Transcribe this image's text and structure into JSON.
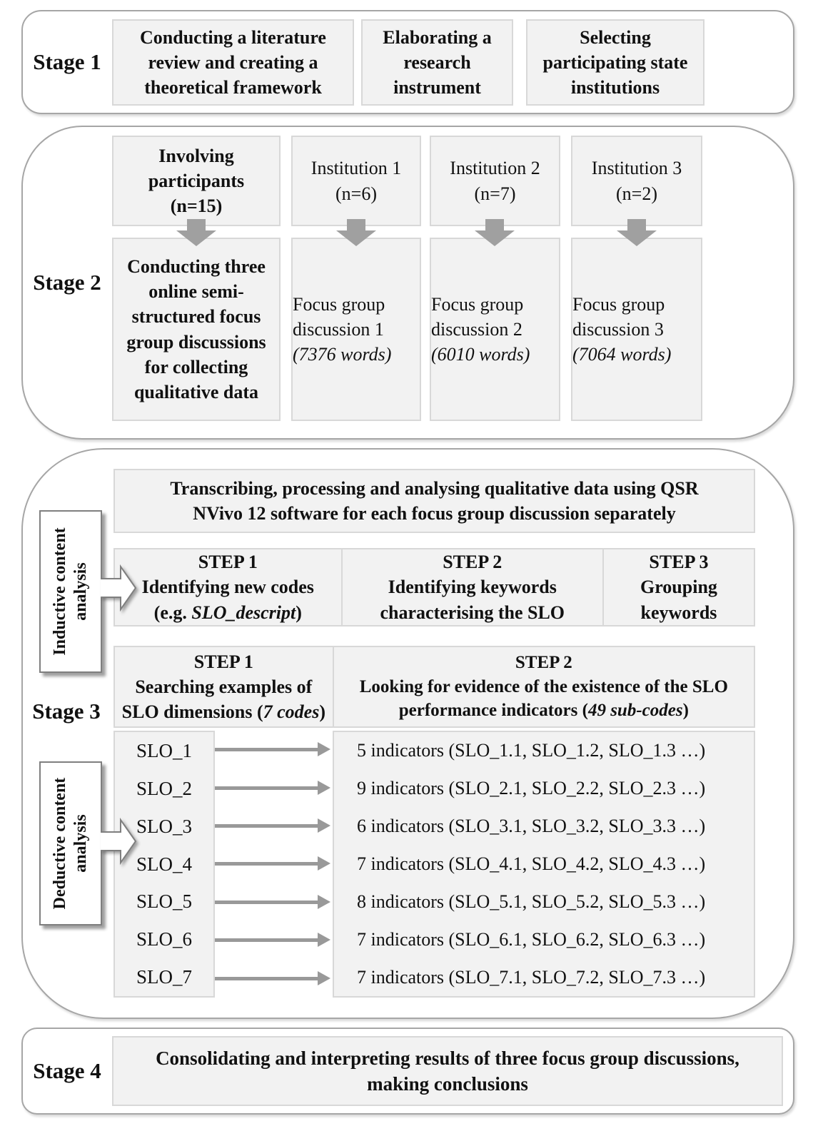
{
  "stage1": {
    "label": "Stage 1",
    "boxes": [
      "Conducting a literature review and creating a theoretical framework",
      "Elaborating a research instrument",
      "Selecting participating state institutions"
    ]
  },
  "stage2": {
    "label": "Stage 2",
    "participants": {
      "title": "Involving participants",
      "sub": "(n=15)"
    },
    "institutions": [
      {
        "name": "Institution 1",
        "sub": "(n=6)"
      },
      {
        "name": "Institution 2",
        "sub": "(n=7)"
      },
      {
        "name": "Institution 3",
        "sub": "(n=2)"
      }
    ],
    "conducting": "Conducting three online semi-structured focus group discussions for collecting qualitative data",
    "discussions": [
      {
        "name": "Focus group discussion 1",
        "words": "(7376 words)"
      },
      {
        "name": "Focus group discussion 2",
        "words": "(6010 words)"
      },
      {
        "name": "Focus group discussion 3",
        "words": "(7064 words)"
      }
    ]
  },
  "stage3": {
    "label": "Stage 3",
    "transcribing": {
      "line1": "Transcribing, processing and analysing qualitative data using QSR",
      "line2": "NVivo 12 software for each focus group discussion separately"
    },
    "inductive_label": {
      "line1": "Inductive content",
      "line2": "analysis"
    },
    "deductive_label": {
      "line1": "Deductive content",
      "line2": "analysis"
    },
    "inductive_steps": [
      {
        "title": "STEP 1",
        "line1": "Identifying new codes",
        "line2_pre": "(e.g. ",
        "line2_italic": "SLO_descript",
        "line2_post": ")"
      },
      {
        "title": "STEP 2",
        "line1": "Identifying keywords",
        "line2": "characterising the SLO"
      },
      {
        "title": "STEP 3",
        "line1": "Grouping",
        "line2": "keywords"
      }
    ],
    "deductive_steps": [
      {
        "title": "STEP 1",
        "line1": "Searching examples of",
        "line2_pre": "SLO dimensions (",
        "line2_italic": "7 codes",
        "line2_post": ")"
      },
      {
        "title": "STEP 2",
        "line1": "Looking for evidence of the existence of the SLO",
        "line2_pre": "performance indicators (",
        "line2_italic": "49 sub-codes",
        "line2_post": ")"
      }
    ],
    "slo_rows": [
      {
        "code": "SLO_1",
        "indicators": "5 indicators (SLO_1.1, SLO_1.2, SLO_1.3 …)"
      },
      {
        "code": "SLO_2",
        "indicators": "9 indicators (SLO_2.1, SLO_2.2, SLO_2.3 …)"
      },
      {
        "code": "SLO_3",
        "indicators": "6 indicators (SLO_3.1, SLO_3.2, SLO_3.3 …)"
      },
      {
        "code": "SLO_4",
        "indicators": "7 indicators (SLO_4.1, SLO_4.2, SLO_4.3 …)"
      },
      {
        "code": "SLO_5",
        "indicators": "8 indicators (SLO_5.1, SLO_5.2, SLO_5.3 …)"
      },
      {
        "code": "SLO_6",
        "indicators": "7 indicators (SLO_6.1, SLO_6.2, SLO_6.3 …)"
      },
      {
        "code": "SLO_7",
        "indicators": "7 indicators (SLO_7.1, SLO_7.2, SLO_7.3 …)"
      }
    ]
  },
  "stage4": {
    "label": "Stage 4",
    "box": {
      "line1": "Consolidating and interpreting results of three focus group discussions,",
      "line2": "making conclusions"
    }
  },
  "colors": {
    "box_fill": "#f2f2f2",
    "box_border": "#d8d8d8",
    "panel_border": "#a6a6a6",
    "arrow_gray": "#a0a0a0",
    "callout_border": "#7f7f7f"
  }
}
